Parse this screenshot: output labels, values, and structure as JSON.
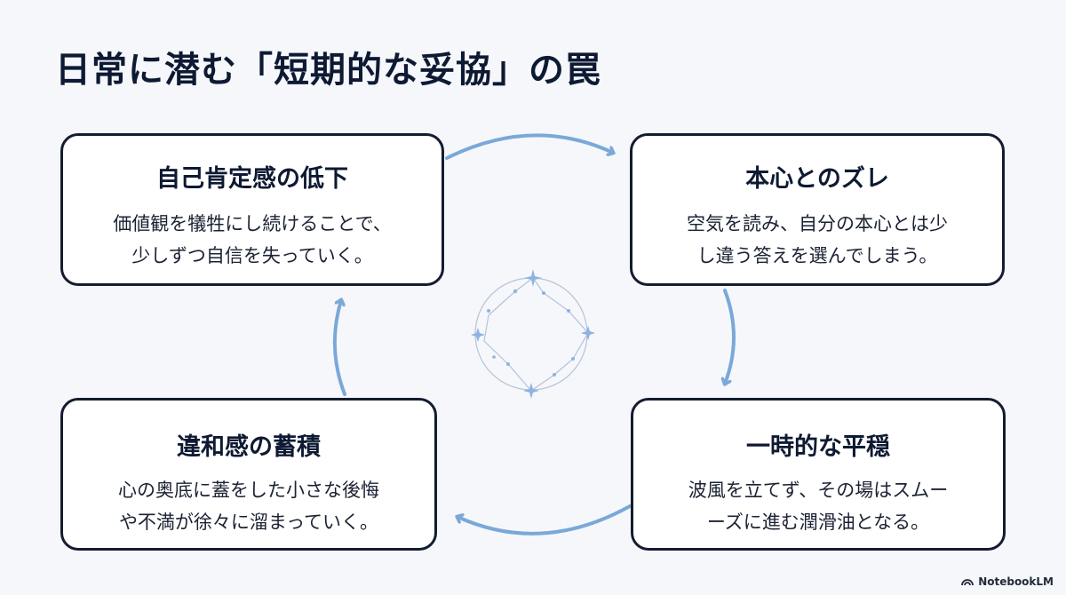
{
  "title": "日常に潜む「短期的な妥協」の罠",
  "cards": {
    "top_left": {
      "title": "自己肯定感の低下",
      "lines": [
        "価値観を犠牲にし続けることで、",
        "少しずつ自信を失っていく。"
      ]
    },
    "top_right": {
      "title": "本心とのズレ",
      "lines": [
        "空気を読み、自分の本心とは少",
        "し違う答えを選んでしまう。"
      ]
    },
    "bottom_right": {
      "title": "一時的な平穏",
      "lines": [
        "波風を立てず、その場はスムー",
        "ーズに進む潤滑油となる。"
      ]
    },
    "bottom_left": {
      "title": "違和感の蓄積",
      "lines": [
        "心の奥底に蓋をした小さな後悔",
        "や不満が徐々に溜まっていく。"
      ]
    }
  },
  "colors": {
    "arrow": "#7aa8d8",
    "card_border": "#141c30",
    "text": "#0e1a33",
    "background": "#f5f7fb"
  },
  "watermark": "NotebookLM",
  "icons": [
    "constellation-icon",
    "notebooklm-logo-icon"
  ]
}
